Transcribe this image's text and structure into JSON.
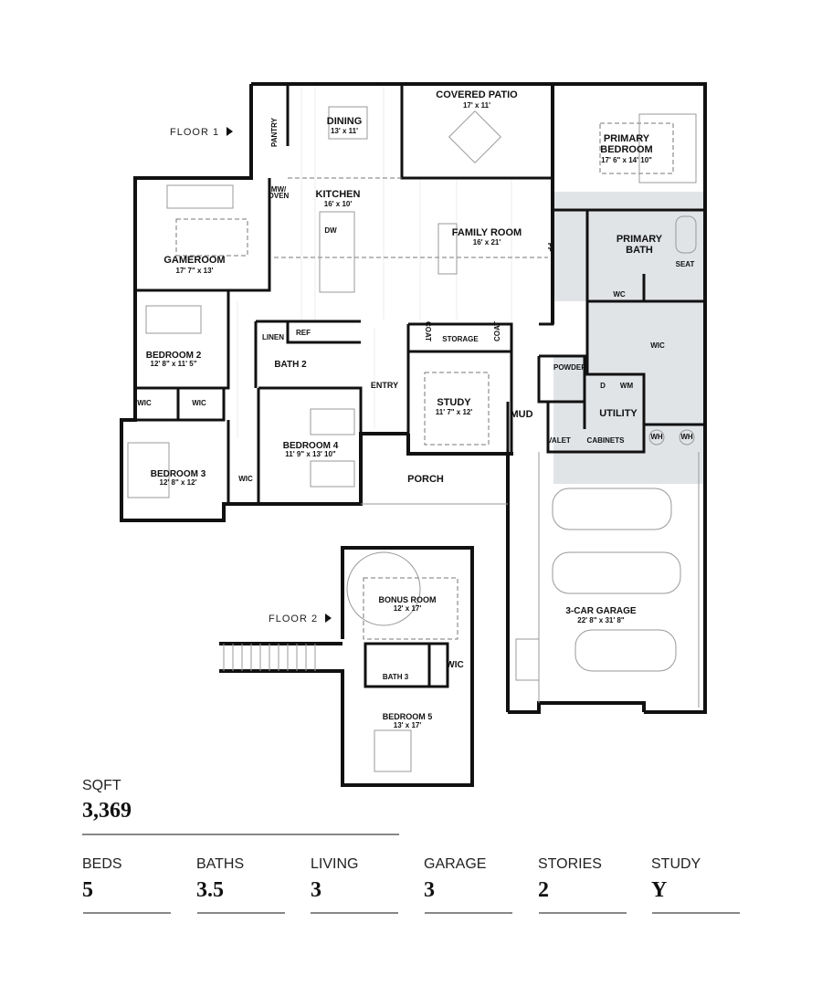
{
  "floors": {
    "floor1": "FLOOR 1",
    "floor2": "FLOOR 2"
  },
  "rooms": {
    "pantry": {
      "name": "PANTRY"
    },
    "dining": {
      "name": "DINING",
      "dims": "13' x 11'"
    },
    "covered_patio": {
      "name": "COVERED PATIO",
      "dims": "17' x 11'"
    },
    "primary_bedroom": {
      "name1": "PRIMARY",
      "name2": "BEDROOM",
      "dims": "17' 6\" x 14' 10\""
    },
    "mw_oven": {
      "name1": "MW/",
      "name2": "OVEN"
    },
    "kitchen": {
      "name": "KITCHEN",
      "dims": "16' x 10'",
      "dw": "DW"
    },
    "family_room": {
      "name": "FAMILY ROOM",
      "dims": "16' x 21'",
      "fp": "FP"
    },
    "gameroom": {
      "name": "GAMEROOM",
      "dims": "17' 7\" x 13'"
    },
    "primary_bath": {
      "name1": "PRIMARY",
      "name2": "BATH",
      "seat": "SEAT",
      "wc": "WC"
    },
    "primary_wic": {
      "name": "WIC"
    },
    "bedroom2": {
      "name": "BEDROOM 2",
      "dims": "12' 8\" x 11' 5\""
    },
    "wic_a": {
      "name": "WIC"
    },
    "wic_b": {
      "name": "WIC"
    },
    "bedroom3": {
      "name": "BEDROOM 3",
      "dims": "12' 8\" x 12'"
    },
    "linen": {
      "name": "LINEN"
    },
    "ref": {
      "name": "REF"
    },
    "bath2": {
      "name": "BATH 2"
    },
    "bedroom4": {
      "name": "BEDROOM 4",
      "dims": "11' 9\" x 13' 10\""
    },
    "wic_c": {
      "name": "WIC"
    },
    "entry": {
      "name": "ENTRY"
    },
    "coat1": {
      "name": "COAT"
    },
    "storage": {
      "name": "STORAGE"
    },
    "coat2": {
      "name": "COAT"
    },
    "study_room": {
      "name": "STUDY",
      "dims": "11' 7\" x 12'"
    },
    "porch": {
      "name": "PORCH"
    },
    "powder": {
      "name": "POWDER"
    },
    "mud": {
      "name": "MUD",
      "valet": "VALET"
    },
    "utility": {
      "name": "UTILITY",
      "d": "D",
      "wm": "WM",
      "cabinets": "CABINETS"
    },
    "wh1": {
      "name": "WH"
    },
    "wh2": {
      "name": "WH"
    },
    "garage_room": {
      "name": "3-CAR GARAGE",
      "dims": "22' 8\" x 31' 8\""
    },
    "bonus_room": {
      "name": "BONUS ROOM",
      "dims": "12' x 17'"
    },
    "bath3": {
      "name": "BATH 3"
    },
    "wic_d": {
      "name": "WIC"
    },
    "bedroom5": {
      "name": "BEDROOM 5",
      "dims": "13' x 17'"
    }
  },
  "stats": {
    "sqft": {
      "label": "SQFT",
      "value": "3,369"
    },
    "beds": {
      "label": "BEDS",
      "value": "5"
    },
    "baths": {
      "label": "BATHS",
      "value": "3.5"
    },
    "living": {
      "label": "LIVING",
      "value": "3"
    },
    "garage": {
      "label": "GARAGE",
      "value": "3"
    },
    "stories": {
      "label": "STORIES",
      "value": "2"
    },
    "study": {
      "label": "STUDY",
      "value": "Y"
    }
  },
  "colors": {
    "wall": "#111111",
    "shaded_suite": "#e1e4e7",
    "stat_line": "#888888"
  }
}
